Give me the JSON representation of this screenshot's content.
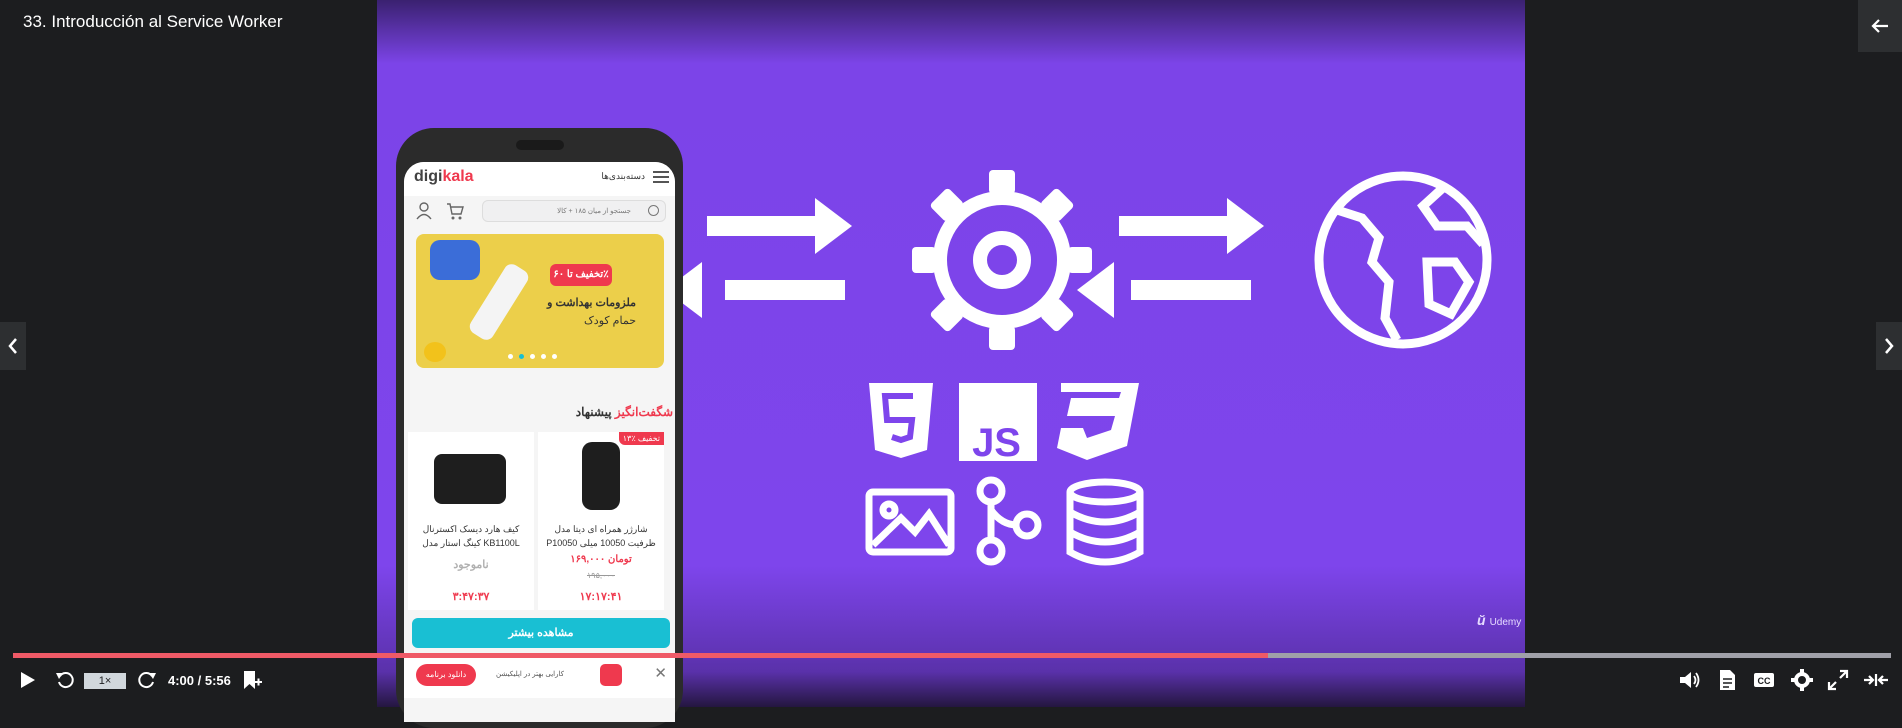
{
  "lecture": {
    "title": "33. Introducción al Service Worker"
  },
  "player": {
    "speed_label": "1×",
    "time_display": "4:00 / 5:56",
    "progress_percent": 66.8
  },
  "slide": {
    "watermark": "Udemy",
    "icons": [
      "gear-icon",
      "globe-icon",
      "html5-icon",
      "js-icon",
      "css3-icon",
      "image-icon",
      "branch-icon",
      "database-icon"
    ],
    "colors": {
      "background": "#7e45ec",
      "icon": "#ffffff"
    }
  },
  "phone_app": {
    "logo_main": "digi",
    "logo_accent": "kala",
    "categories": "دسته‌بندی‌ها",
    "search_placeholder": "جستجو از میان ۱۸۵ + کالا",
    "banner_badge": "تخفیف تا ۶۰٪",
    "banner_line1": "ملزومات بهداشت و",
    "banner_line2": "حمام کودک",
    "amazing_prefix": "پیشنهاد",
    "amazing_accent": "شگفت‌انگیز",
    "products": [
      {
        "name": "شارژر همراه ای دیتا مدل P10050 ظرفیت 10050 میلی",
        "tag": "۱۳٪ تخفیف",
        "price": "۱۶۹,۰۰۰ تومان",
        "old_price": "۱۹۵,۰۰۰",
        "timer": "۱۷:۱۷:۴۱"
      },
      {
        "name": "کیف هارد دیسک اکسترنال کینگ استار مدل KB1100L",
        "status": "ناموجود",
        "timer": "۳:۴۷:۳۷"
      }
    ],
    "more_button": "مشاهده بیشتر",
    "app_banner_text": "کارایی بهتر در اپلیکیشن",
    "app_button": "دانلود برنامه"
  }
}
